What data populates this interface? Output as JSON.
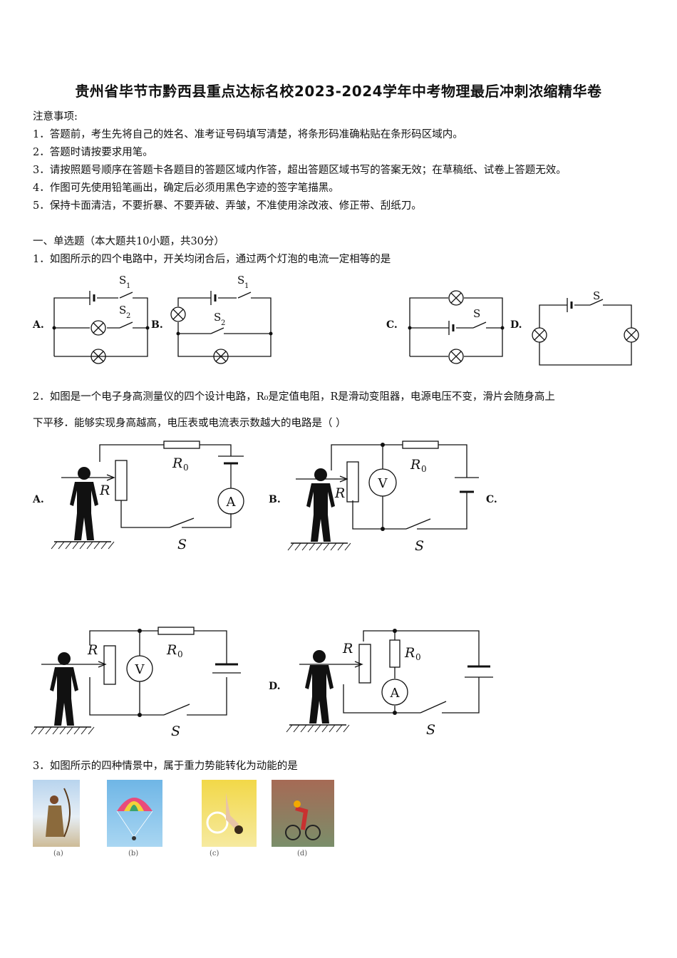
{
  "title": "贵州省毕节市黔西县重点达标名校2023-2024学年中考物理最后冲刺浓缩精华卷",
  "notice": {
    "heading": "注意事项:",
    "items": [
      "1．答题前，考生先将自己的姓名、准考证号码填写清楚，将条形码准确粘贴在条形码区域内。",
      "2．答题时请按要求用笔。",
      "3．请按照题号顺序在答题卡各题目的答题区域内作答，超出答题区域书写的答案无效；在草稿纸、试卷上答题无效。",
      "4．作图可先使用铅笔画出，确定后必须用黑色字迹的签字笔描黑。",
      "5．保持卡面清洁，不要折暴、不要弄破、弄皱，不准使用涂改液、修正带、刮纸刀。"
    ]
  },
  "section1": {
    "heading": "一、单选题（本大题共10小题，共30分）"
  },
  "q1": {
    "text": "1．如图所示的四个电路中，开关均闭合后，通过两个灯泡的电流一定相等的是",
    "options": [
      "A.",
      "B.",
      "C.",
      "D."
    ],
    "labels": {
      "s1": "S",
      "s2": "S",
      "sub1": "1",
      "sub2": "2"
    }
  },
  "q2": {
    "text_line1": "2．如图是一个电子身高测量仪的四个设计电路，R₀是定值电阻，R是滑动变阻器，电源电压不变，滑片会随身高上",
    "text_line2": "下平移．能够实现身高越高，电压表或电流表示数越大的电路是（ ）",
    "options": [
      "A.",
      "B.",
      "C.",
      "D."
    ],
    "labels": {
      "r": "R",
      "r0": "R",
      "r0sub": "0",
      "s": "S",
      "ammeter": "A",
      "voltmeter": "V"
    }
  },
  "q3": {
    "text": "3．如图所示的四种情景中，属于重力势能转化为动能的是",
    "captions": [
      "(a)",
      "(b)",
      "(c)",
      "(d)"
    ]
  },
  "colors": {
    "ink": "#111111"
  }
}
